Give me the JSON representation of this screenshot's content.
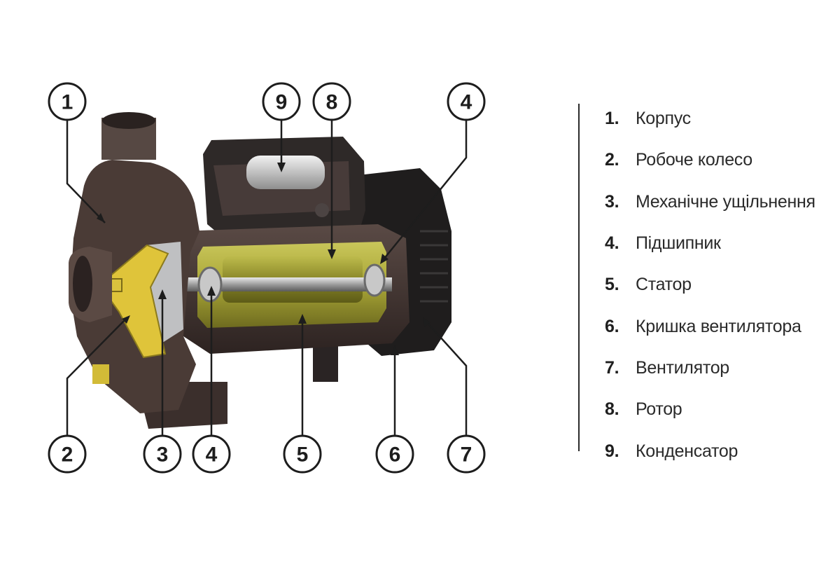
{
  "callouts": [
    {
      "id": "c1",
      "number": "1"
    },
    {
      "id": "c9",
      "number": "9"
    },
    {
      "id": "c8",
      "number": "8"
    },
    {
      "id": "c4top",
      "number": "4"
    },
    {
      "id": "c2",
      "number": "2"
    },
    {
      "id": "c3",
      "number": "3"
    },
    {
      "id": "c4bottom",
      "number": "4"
    },
    {
      "id": "c5",
      "number": "5"
    },
    {
      "id": "c6",
      "number": "6"
    },
    {
      "id": "c7",
      "number": "7"
    }
  ],
  "legend": {
    "items": [
      {
        "number": "1.",
        "label": "Корпус"
      },
      {
        "number": "2.",
        "label": "Робоче колесо"
      },
      {
        "number": "3.",
        "label": "Механічне ущільнення"
      },
      {
        "number": "4.",
        "label": "Підшипник"
      },
      {
        "number": "5.",
        "label": "Статор"
      },
      {
        "number": "6.",
        "label": "Кришка вентилятора"
      },
      {
        "number": "7.",
        "label": "Вентилятор"
      },
      {
        "number": "8.",
        "label": "Ротор"
      },
      {
        "number": "9.",
        "label": "Конденсатор"
      }
    ]
  },
  "colors": {
    "housing": "#4a3b36",
    "housing_dark": "#2c2220",
    "motor_body": "#3a3130",
    "stator": "#b4b23c",
    "rotor": "#8f8c2c",
    "impeller": "#e0c63a",
    "shaft": "#b8b8b8",
    "fan_cover": "#1e1e1e",
    "line": "#1d1d1d"
  }
}
